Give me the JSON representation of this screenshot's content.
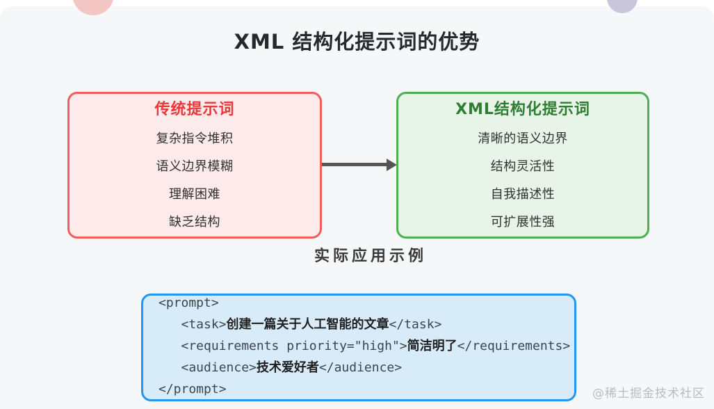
{
  "page": {
    "title": "XML 结构化提示词的优势",
    "section_label": "实际应用示例",
    "watermark": "@稀土掘金技术社区"
  },
  "comparison": {
    "traditional": {
      "title": "传统提示词",
      "items": [
        "复杂指令堆积",
        "语义边界模糊",
        "理解困难",
        "缺乏结构"
      ],
      "border_color": "#f15c5c",
      "fill_color": "#fdeaea",
      "title_color": "#e8383b"
    },
    "xml": {
      "title": "XML结构化提示词",
      "items": [
        "清晰的语义边界",
        "结构灵活性",
        "自我描述性",
        "可扩展性强"
      ],
      "border_color": "#4caf50",
      "fill_color": "#e9f4e9",
      "title_color": "#2d7d32"
    },
    "arrow": {
      "direction": "right",
      "color": "#555555"
    }
  },
  "code_example": {
    "border_color": "#2196f3",
    "fill_color": "#d8ebf8",
    "lines": [
      "<prompt>",
      "   <task>创建一篇关于人工智能的文章</task>",
      "   <requirements priority=\"high\">简洁明了</requirements>",
      "   <audience>技术爱好者</audience>",
      "</prompt>"
    ]
  },
  "decor": {
    "left_circle_color": "#f3c5c3",
    "right_circle_color": "#c9c6dc",
    "card_color": "#f6f7f9"
  }
}
